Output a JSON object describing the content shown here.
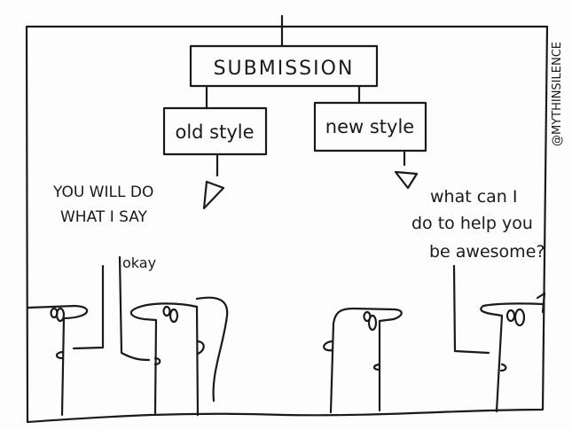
{
  "cartoon": {
    "title_box": "SUBMISSION",
    "left_box": "old style",
    "right_box": "new style",
    "left_speech": [
      "YOU WILL DO",
      "WHAT I SAY"
    ],
    "left_reply": "okay",
    "right_speech": [
      "what can I",
      "do to help you",
      "be awesome?"
    ],
    "credit": "@MYTHINSILENCE"
  },
  "colors": {
    "ink": "#1a1a1a",
    "paper": "#fdfdfd"
  }
}
